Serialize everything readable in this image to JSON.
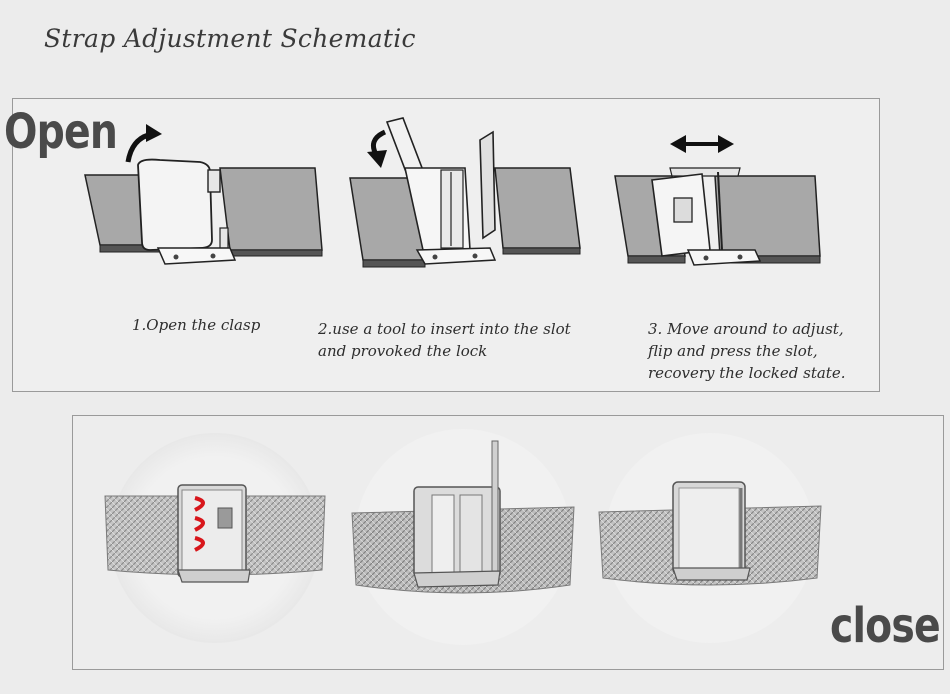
{
  "title": "Strap Adjustment Schematic",
  "labels": {
    "open": "Open",
    "close": "close"
  },
  "steps": [
    {
      "caption": "1.Open the clasp"
    },
    {
      "caption": "2.use a tool to insert into the slot\nand provoked the lock"
    },
    {
      "caption": "3. Move around to adjust,\nflip and press the slot,\nrecovery the locked state."
    }
  ],
  "colors": {
    "strap": "#a8a8a8",
    "clasp": "#f4f4f4",
    "outline": "#222222",
    "arrow": "#111111",
    "mesh": "#b9b9b9",
    "highlight": "#d8161b"
  },
  "icons": {
    "step1_arrow": "curved-arrow-icon",
    "step2_arrow": "curved-arrow-left-icon",
    "step3_arrow": "double-arrow-icon"
  }
}
